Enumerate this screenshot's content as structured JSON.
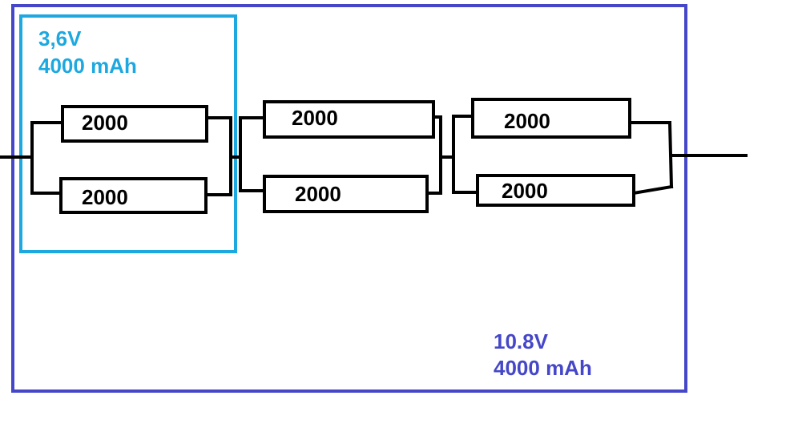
{
  "colors": {
    "background": "#ffffff",
    "wire": "#000000",
    "outer_frame": "#4547c8",
    "module_frame": "#1ea8e0"
  },
  "module": {
    "voltage": "3,6V",
    "capacity": "4000 mAh"
  },
  "pack": {
    "voltage": "10.8V",
    "capacity": "4000 mAh"
  },
  "cells": [
    {
      "label": "2000"
    },
    {
      "label": "2000"
    },
    {
      "label": "2000"
    },
    {
      "label": "2000"
    },
    {
      "label": "2000"
    },
    {
      "label": "2000"
    }
  ]
}
